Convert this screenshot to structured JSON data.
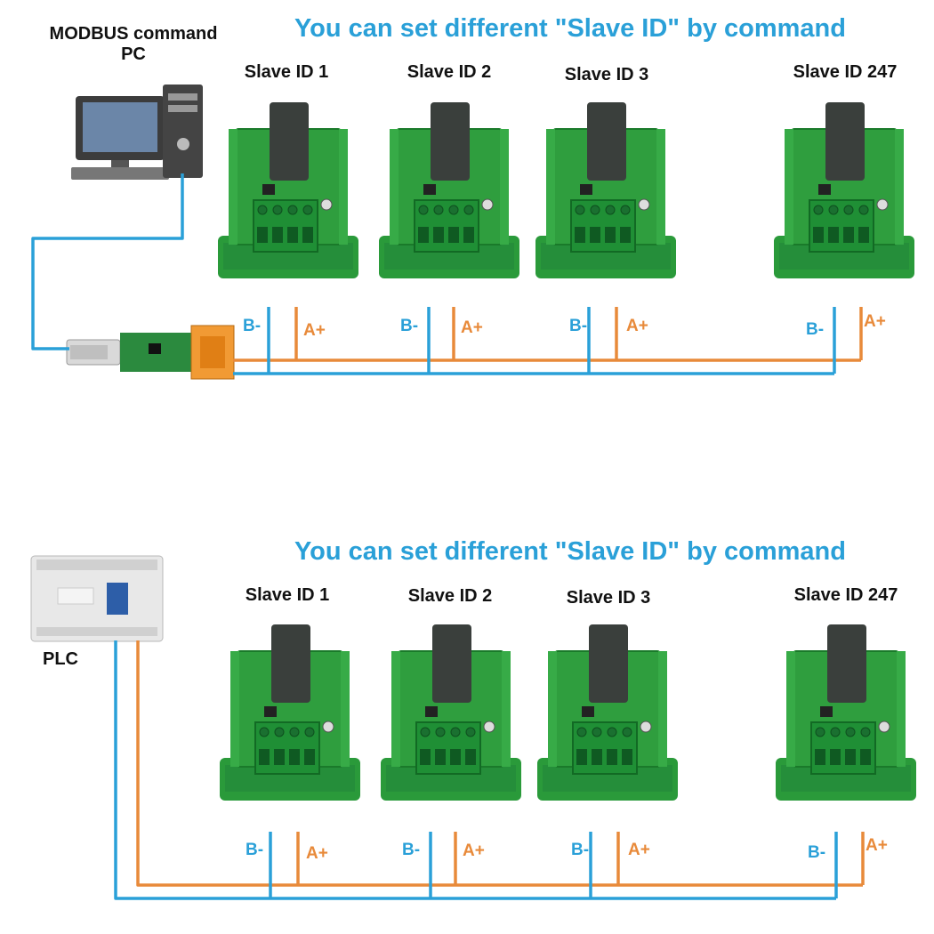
{
  "colors": {
    "heading": "#2aa0d8",
    "wire_b": "#2aa0d8",
    "wire_a": "#e88a3a",
    "board_green": "#2f9e3e",
    "terminal_green": "#1f8f35"
  },
  "sections": [
    {
      "heading": "You can set different \"Slave ID\" by command",
      "host": {
        "label_line1": "MODBUS command",
        "label_line2": "PC",
        "icon": "desktop-computer-icon",
        "adapter_icon": "usb-rs485-adapter-icon"
      },
      "slaves": [
        {
          "label": "Slave ID 1",
          "b_label": "B-",
          "a_label": "A+"
        },
        {
          "label": "Slave ID 2",
          "b_label": "B-",
          "a_label": "A+"
        },
        {
          "label": "Slave ID 3",
          "b_label": "B-",
          "a_label": "A+"
        },
        {
          "label": "Slave ID 247",
          "b_label": "B-",
          "a_label": "A+"
        }
      ]
    },
    {
      "heading": "You can set different \"Slave ID\" by command",
      "host": {
        "label_line1": "PLC",
        "label_line2": "",
        "icon": "plc-icon"
      },
      "slaves": [
        {
          "label": "Slave ID 1",
          "b_label": "B-",
          "a_label": "A+"
        },
        {
          "label": "Slave ID 2",
          "b_label": "B-",
          "a_label": "A+"
        },
        {
          "label": "Slave ID 3",
          "b_label": "B-",
          "a_label": "A+"
        },
        {
          "label": "Slave ID 247",
          "b_label": "B-",
          "a_label": "A+"
        }
      ]
    }
  ]
}
